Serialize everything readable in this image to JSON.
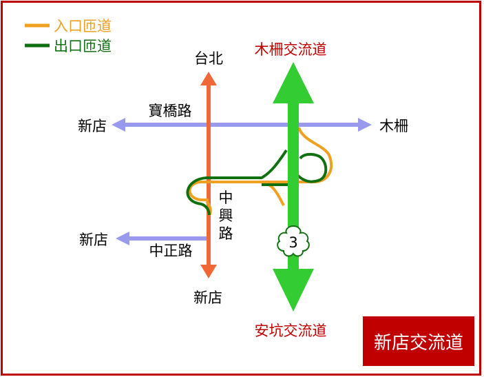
{
  "legend": {
    "entrance": {
      "label": "入口匝道",
      "color": "#f0a020"
    },
    "exit": {
      "label": "出口匝道",
      "color": "#107010"
    }
  },
  "roads": {
    "taipei_label": "台北",
    "xindian_bottom_label": "新店",
    "zhongxing_label": [
      "中",
      "興",
      "路"
    ],
    "baoqiao_label": "寶橋路",
    "baoqiao_west_label": "新店",
    "baoqiao_east_label": "木柵",
    "zhongzheng_label": "中正路",
    "zhongzheng_west_label": "新店"
  },
  "freeway": {
    "shield_number": "3",
    "north_interchange": "木柵交流道",
    "south_interchange": "安坑交流道"
  },
  "title": "新店交流道",
  "colors": {
    "frame": "#c00000",
    "zhongxing_road": "#f06838",
    "cross_roads": "#9999ee",
    "freeway": "#33cc33",
    "entrance_ramp": "#f0a020",
    "exit_ramp": "#107010",
    "interchange_label": "#c00000"
  }
}
